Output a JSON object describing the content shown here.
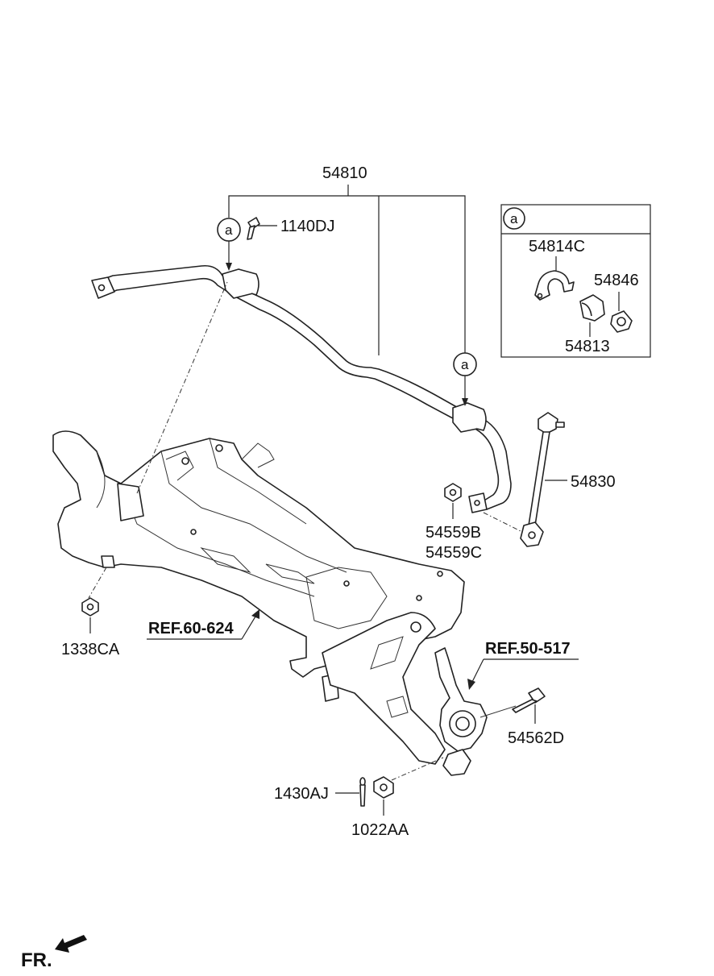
{
  "labels": {
    "stabilizer_bar": "54810",
    "bolt": "1140DJ",
    "inset_bushing_bracket": "54814C",
    "inset_bushing": "54846",
    "inset_bushing_2": "54813",
    "stabilizer_link": "54830",
    "nut_b": "54559B",
    "nut_c": "54559C",
    "subframe_nut": "1338CA",
    "ref_subframe": "REF.60-624",
    "ref_knuckle": "REF.50-517",
    "pinch_bolt": "54562D",
    "split_pin": "1430AJ",
    "castle_nut": "1022AA"
  },
  "callout_marker": "a",
  "direction_label": "FR."
}
